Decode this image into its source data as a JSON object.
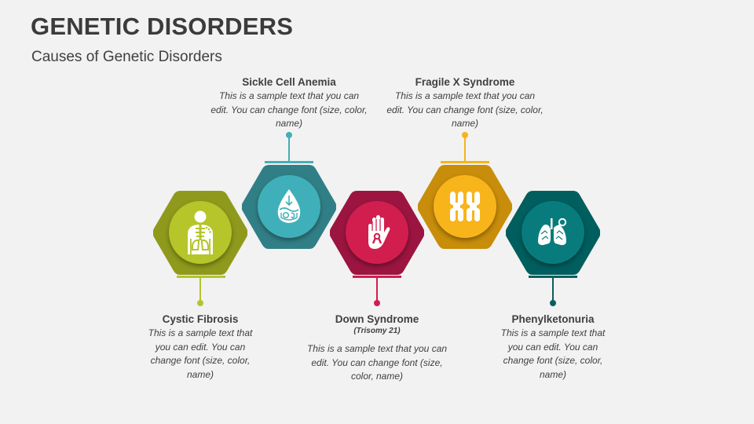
{
  "header": {
    "title": "GENETIC DISORDERS",
    "subtitle": "Causes of Genetic Disorders"
  },
  "items": [
    {
      "name": "Cystic Fibrosis",
      "description": "This is a sample text that you can edit. You can change font (size, color, name)",
      "icon": "person-lungs-icon",
      "outer_color": "#8f9a1c",
      "inner_color": "#b5c52a",
      "connector_color": "#b3c430",
      "position": "bottom"
    },
    {
      "name": "Sickle Cell Anemia",
      "description": "This is a sample text that you can edit. You can change font (size, color, name)",
      "icon": "blood-drop-icon",
      "outer_color": "#317f86",
      "inner_color": "#3fb0b9",
      "connector_color": "#45aeb5",
      "position": "top"
    },
    {
      "name": "Down Syndrome",
      "subname": "(Trisomy 21)",
      "description": "This is a sample text that you can edit. You can change font (size, color, name)",
      "icon": "hand-ribbon-icon",
      "outer_color": "#9b1540",
      "inner_color": "#d11e4e",
      "connector_color": "#d11e4e",
      "position": "bottom"
    },
    {
      "name": "Fragile X Syndrome",
      "description": "This is a sample text that you can edit. You can change font (size, color, name)",
      "icon": "chromosome-xx-icon",
      "outer_color": "#c88d0a",
      "inner_color": "#f8b41b",
      "connector_color": "#f4b41a",
      "position": "top"
    },
    {
      "name": "Phenylketonuria",
      "description": "This is a sample text that you can edit. You can change font (size, color, name)",
      "icon": "lungs-magnifier-icon",
      "outer_color": "#005e5f",
      "inner_color": "#087c7c",
      "connector_color": "#0b5e5e",
      "position": "bottom"
    }
  ]
}
